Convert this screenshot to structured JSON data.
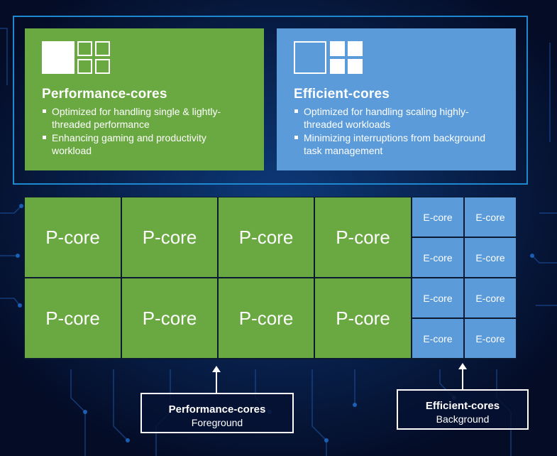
{
  "colors": {
    "performance": "#6aa941",
    "efficient": "#5b9bd9",
    "background": "#061232",
    "accent": "#1e88d0"
  },
  "performance_card": {
    "title": "Performance-cores",
    "bullets": [
      "Optimized for handling single & lightly-threaded performance",
      "Enhancing gaming and productivity workload"
    ]
  },
  "efficient_card": {
    "title": "Efficient-cores",
    "bullets": [
      "Optimized for handling scaling highly-threaded workloads",
      "Minimizing interruptions from background task management"
    ]
  },
  "core_grid": {
    "p_cores": [
      "P-core",
      "P-core",
      "P-core",
      "P-core",
      "P-core",
      "P-core",
      "P-core",
      "P-core"
    ],
    "e_cores": [
      "E-core",
      "E-core",
      "E-core",
      "E-core",
      "E-core",
      "E-core",
      "E-core",
      "E-core"
    ]
  },
  "labels": {
    "performance": {
      "title": "Performance-cores",
      "subtitle": "Foreground"
    },
    "efficient": {
      "title": "Efficient-cores",
      "subtitle": "Background"
    }
  }
}
